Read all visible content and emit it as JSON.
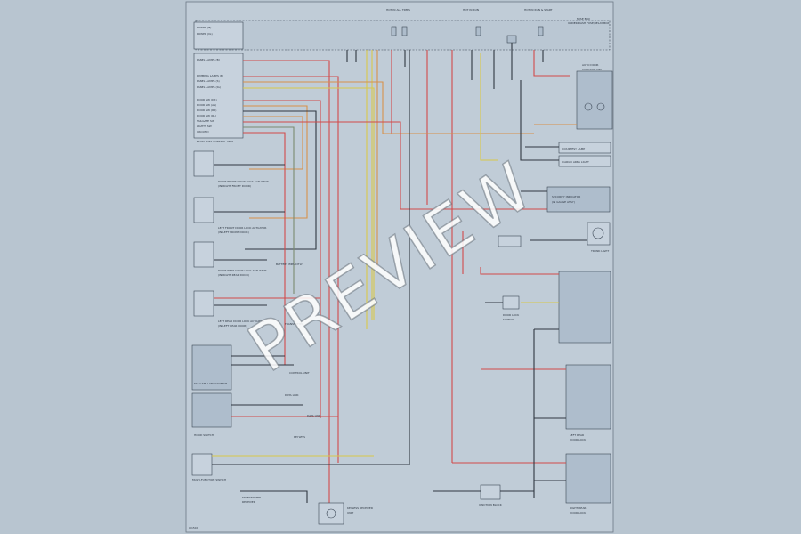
{
  "watermark": "PREVIEW",
  "page_code": "W1504",
  "top_labels": {
    "hot_in_run": "HOT IN ALL TIMES",
    "hot_run_start": "HOT IN RUN",
    "hot_acc": "HOT IN RUN & START",
    "fuse_box_title": "FUSE BOX",
    "fuse_box_sub": "UNDER-DASH FUSE/RELAY BOX"
  },
  "left_connector": {
    "title": "MULTI-PLEX CONTROL UNIT",
    "pins": [
      "POWER (B)",
      "POWER (IG)",
      "PANEL LAMPS (B)",
      "DIMMING LAMPS (B)",
      "PANEL LAMPS (S)",
      "PANEL LAMPS (IG)",
      "DOOR SW (DR)",
      "DOOR SW (AS)",
      "DOOR SW (RR)",
      "DOOR SW (RL)",
      "TAILGATE SW",
      "LIGHTS SW",
      "GROUND"
    ]
  },
  "wire_colors": [
    "WHT",
    "GRN",
    "BLU",
    "RED",
    "YEL",
    "ORN",
    "BRN",
    "BLK",
    "PNK",
    "GRY",
    "LT GRN",
    "LT BLU"
  ],
  "left_components": [
    {
      "name": "RIGHT FRONT DOOR LOCK ACTUATOR",
      "sub": "(IN RIGHT FRONT DOOR)"
    },
    {
      "name": "LEFT FRONT DOOR LOCK ACTUATOR",
      "sub": "(IN LEFT FRONT DOOR)"
    },
    {
      "name": "RIGHT REAR DOOR LOCK ACTUATOR",
      "sub": "(IN RIGHT REAR DOOR)"
    },
    {
      "name": "LEFT REAR DOOR LOCK ACTUATOR",
      "sub": "(IN LEFT REAR DOOR)"
    },
    {
      "name": "TAILGATE LATCH SWITCH",
      "sub": ""
    },
    {
      "name": "HOOD SWITCH",
      "sub": ""
    },
    {
      "name": "MULTI-FUNCTION SWITCH",
      "sub": ""
    }
  ],
  "right_components": [
    {
      "name": "AUTO DOOR",
      "sub": "CONTROL UNIT"
    },
    {
      "name": "COURTESY LAMP",
      "sub": ""
    },
    {
      "name": "CARGO AREA LIGHT",
      "sub": ""
    },
    {
      "name": "SECURITY INDICATOR",
      "sub": "(IN GAUGE ASSY)"
    },
    {
      "name": "TRUNK LIGHT",
      "sub": ""
    },
    {
      "name": "DOOR LOCK",
      "sub": "SWITCH"
    },
    {
      "name": "LEFT REAR",
      "sub": "DOOR LOCK"
    },
    {
      "name": "RIGHT REAR",
      "sub": "DOOR LOCK"
    }
  ],
  "bottom_components": [
    {
      "name": "KEYLESS RECEIVER",
      "sub": "UNIT"
    },
    {
      "name": "TRANSMITTER",
      "sub": "RECEIVER"
    },
    {
      "name": "JUNCTION BLOCK",
      "sub": ""
    }
  ]
}
